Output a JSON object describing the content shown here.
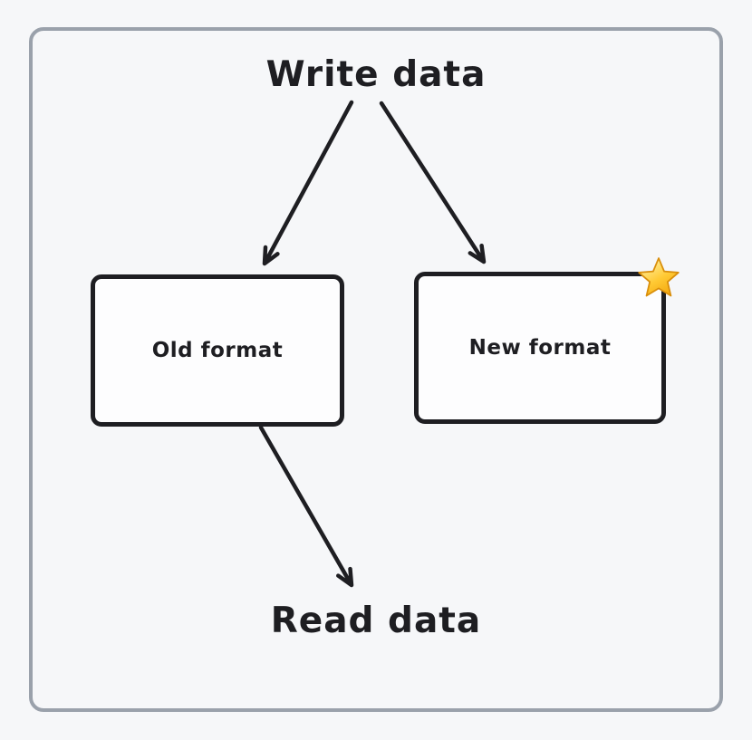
{
  "diagram": {
    "title": "Write data",
    "footer": "Read data",
    "nodes": [
      {
        "id": "old-format",
        "label": "Old format"
      },
      {
        "id": "new-format",
        "label": "New format",
        "badge": "star-icon"
      }
    ],
    "edges": [
      {
        "from": "write-data",
        "to": "old-format"
      },
      {
        "from": "write-data",
        "to": "new-format"
      },
      {
        "from": "old-format",
        "to": "read-data"
      }
    ],
    "colors": {
      "canvas_bg": "#f6f7f9",
      "frame_border": "#9aa1ab",
      "ink": "#1e1e22",
      "node_fill": "#fdfdfe",
      "star_light": "#fff4ad",
      "star_gold": "#ffc933",
      "star_deep": "#f2a50c",
      "star_edge": "#d98e0b"
    }
  }
}
